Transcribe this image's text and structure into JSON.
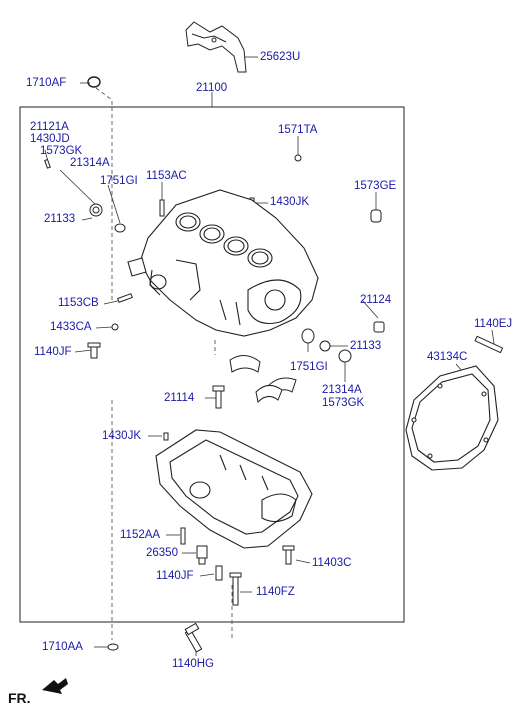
{
  "diagram": {
    "frame_label": "21100",
    "direction_label": "FR.",
    "labels": {
      "l25623U": "25623U",
      "l1710AF": "1710AF",
      "l21121A": "21121A",
      "l1430JD": "1430JD",
      "l1573GK_a": "1573GK",
      "l21314A_a": "21314A",
      "l1751GI_a": "1751GI",
      "l1153AC": "1153AC",
      "l1571TA": "1571TA",
      "l1573GE": "1573GE",
      "l21133_a": "21133",
      "l1430JK_a": "1430JK",
      "l1153CB": "1153CB",
      "l21124": "21124",
      "l1433CA": "1433CA",
      "l1140EJ": "1140EJ",
      "l1140JF_a": "1140JF",
      "l1751GI_b": "1751GI",
      "l21133_b": "21133",
      "l43134C": "43134C",
      "l21314A_b": "21314A",
      "l1573GK_b": "1573GK",
      "l21114": "21114",
      "l1430JK_b": "1430JK",
      "l1152AA": "1152AA",
      "l26350": "26350",
      "l11403C": "11403C",
      "l1140JF_b": "1140JF",
      "l1140FZ": "1140FZ",
      "l1710AA": "1710AA",
      "l1140HG": "1140HG"
    }
  }
}
